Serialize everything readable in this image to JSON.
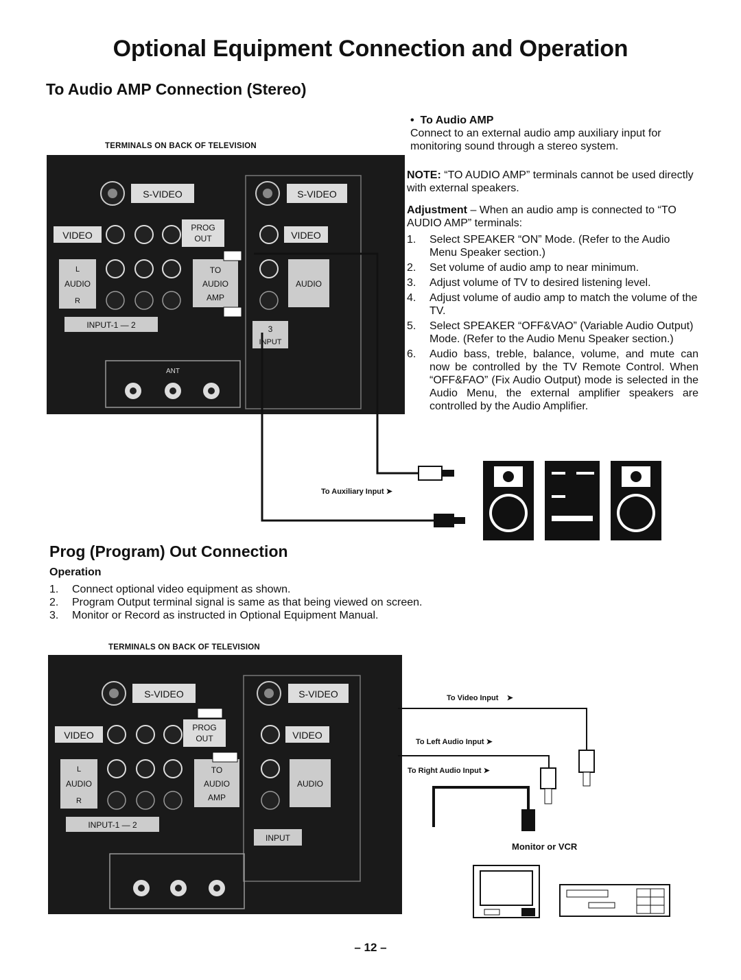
{
  "page_title": "Optional Equipment Connection and Operation",
  "audio_section": {
    "title": "To Audio AMP Connection (Stereo)",
    "diagram_caption": "TERMINALS ON BACK OF TELEVISION",
    "bullet_heading": "To Audio AMP",
    "bullet_text": "Connect to an external audio amp auxiliary input for monitoring sound through a stereo system.",
    "note_label": "NOTE:",
    "note_text": "“TO AUDIO AMP” terminals cannot be used directly with external speakers.",
    "adjustment_label": "Adjustment",
    "adjustment_text": " – When an audio amp is connected to “TO AUDIO AMP” terminals:",
    "steps": [
      "Select SPEAKER “ON” Mode. (Refer to the Audio Menu Speaker section.)",
      "Set volume of audio amp to near minimum.",
      "Adjust volume of TV to desired listening level.",
      "Adjust volume of audio amp to match the volume of the TV.",
      "Select SPEAKER “OFF&VAO” (Variable Audio Output) Mode. (Refer to the Audio Menu Speaker section.)",
      "Audio bass, treble, balance, volume, and mute can now be controlled by the TV Remote Control. When “OFF&FAO” (Fix Audio Output) mode is selected in the Audio Menu, the external amplifier speakers are controlled by the Audio Amplifier."
    ],
    "aux_label": "To Auxiliary Input"
  },
  "prog_section": {
    "title": "Prog (Program) Out Connection",
    "operation_label": "Operation",
    "steps": [
      "Connect optional video equipment as shown.",
      "Program Output terminal signal is same as that being viewed on screen.",
      "Monitor or Record as instructed in Optional Equipment Manual."
    ],
    "diagram_caption": "TERMINALS ON BACK OF TELEVISION",
    "video_input_label": "To Video Input",
    "left_audio_label": "To Left Audio Input",
    "right_audio_label": "To Right Audio Input",
    "monitor_label": "Monitor or VCR"
  },
  "panel_labels": {
    "s_video": "S-VIDEO",
    "video": "VIDEO",
    "prog": "PROG",
    "out": "OUT",
    "audio": "AUDIO",
    "to": "TO",
    "amp": "AMP",
    "l": "L",
    "r": "R",
    "input_switch": "INPUT-1 — 2",
    "input3": "3",
    "input": "INPUT",
    "ant": "ANT"
  },
  "page_number": "– 12 –"
}
